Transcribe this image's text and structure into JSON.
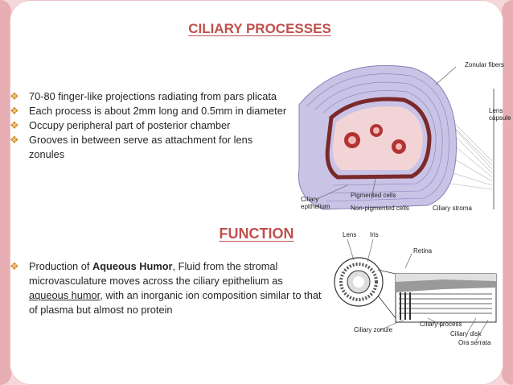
{
  "slide": {
    "title": "CILIARY PROCESSES",
    "bullets": [
      " 70-80 finger-like projections radiating from pars plicata",
      "Each process is about 2mm long and 0.5mm in diameter",
      "Occupy peripheral part of posterior chamber",
      "Grooves in between serve as attachment for lens zonules"
    ],
    "function_title": "FUNCTION",
    "function_bullet": {
      "pre": " Production of  ",
      "bold": "Aqueous Humor",
      "mid": ", Fluid from the stromal microvasculature moves across the ciliary epithelium as ",
      "underlined": "aqueous humor",
      "post": ", with an inorganic ion composition similar to that of plasma but almost no protein"
    },
    "bullet_glyph": "❖"
  },
  "figure1": {
    "labels": {
      "zonular_fibers": "Zonular fibers",
      "lens_capsule_1": "Lens",
      "lens_capsule_2": "capsule",
      "ciliary_epithelium_1": "Ciliary",
      "ciliary_epithelium_2": "epithelium",
      "pigmented_cells": "Pigmented cells",
      "non_pigmented_cells": "Non-pigmented cells",
      "ciliary_stroma": "Ciliary stroma"
    }
  },
  "figure2": {
    "labels": {
      "lens": "Lens",
      "iris": "Iris",
      "retina": "Retina",
      "ciliary_zonule": "Ciliary zonule",
      "ciliary_process": "Ciliary process",
      "ciliary_disk": "Ciliary disk",
      "ora_serrata": "Ora serrata"
    }
  },
  "colors": {
    "title": "#c0504d",
    "bullet_glyph": "#d6902f",
    "border": "#e7aeb4"
  }
}
